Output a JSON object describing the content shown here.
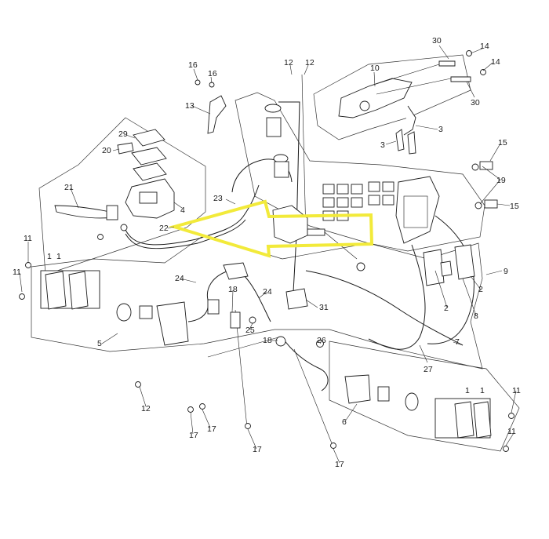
{
  "colors": {
    "highlight_arrow": "#f2ea3a",
    "linework": "#1c1c1c",
    "background": "#ffffff"
  },
  "callouts": [
    {
      "id": "c-30a",
      "label": "30"
    },
    {
      "id": "c-14a",
      "label": "14"
    },
    {
      "id": "c-14b",
      "label": "14"
    },
    {
      "id": "c-30b",
      "label": "30"
    },
    {
      "id": "c-10",
      "label": "10"
    },
    {
      "id": "c-12a",
      "label": "12"
    },
    {
      "id": "c-12b",
      "label": "12"
    },
    {
      "id": "c-16a",
      "label": "16"
    },
    {
      "id": "c-16b",
      "label": "16"
    },
    {
      "id": "c-13",
      "label": "13"
    },
    {
      "id": "c-3a",
      "label": "3"
    },
    {
      "id": "c-3b",
      "label": "3"
    },
    {
      "id": "c-29",
      "label": "29"
    },
    {
      "id": "c-20",
      "label": "20"
    },
    {
      "id": "c-21",
      "label": "21"
    },
    {
      "id": "c-4",
      "label": "4"
    },
    {
      "id": "c-23",
      "label": "23"
    },
    {
      "id": "c-22",
      "label": "22"
    },
    {
      "id": "c-15a",
      "label": "15"
    },
    {
      "id": "c-19",
      "label": "19"
    },
    {
      "id": "c-15b",
      "label": "15"
    },
    {
      "id": "c-11a",
      "label": "11"
    },
    {
      "id": "c-1a",
      "label": "1"
    },
    {
      "id": "c-1b",
      "label": "1"
    },
    {
      "id": "c-11b",
      "label": "11"
    },
    {
      "id": "c-24a",
      "label": "24"
    },
    {
      "id": "c-18a",
      "label": "18"
    },
    {
      "id": "c-24b",
      "label": "24"
    },
    {
      "id": "c-25",
      "label": "25"
    },
    {
      "id": "c-31",
      "label": "31"
    },
    {
      "id": "c-2a",
      "label": "2"
    },
    {
      "id": "c-2b",
      "label": "2"
    },
    {
      "id": "c-8",
      "label": "8"
    },
    {
      "id": "c-9",
      "label": "9"
    },
    {
      "id": "c-5",
      "label": "5"
    },
    {
      "id": "c-18b",
      "label": "18"
    },
    {
      "id": "c-26",
      "label": "26"
    },
    {
      "id": "c-7",
      "label": "7"
    },
    {
      "id": "c-27",
      "label": "27"
    },
    {
      "id": "c-12c",
      "label": "12"
    },
    {
      "id": "c-17a",
      "label": "17"
    },
    {
      "id": "c-17b",
      "label": "17"
    },
    {
      "id": "c-17c",
      "label": "17"
    },
    {
      "id": "c-17d",
      "label": "17"
    },
    {
      "id": "c-6",
      "label": "6"
    },
    {
      "id": "c-1c",
      "label": "1"
    },
    {
      "id": "c-1d",
      "label": "1"
    },
    {
      "id": "c-11c",
      "label": "11"
    },
    {
      "id": "c-11d",
      "label": "11"
    }
  ]
}
